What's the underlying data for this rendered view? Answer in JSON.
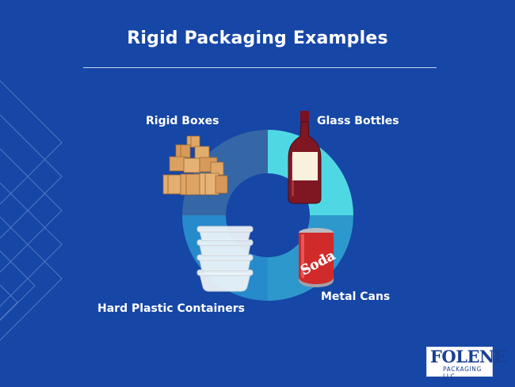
{
  "title": "Rigid Packaging Examples",
  "colors": {
    "background": "#1646a6",
    "segment_glass": "#4fd8e4",
    "segment_metal": "#2d98cc",
    "segment_plastic": "#268acb",
    "segment_boxes": "#3566a6"
  },
  "segments": [
    {
      "label": "Glass Bottles",
      "icon": "wine-bottle-icon"
    },
    {
      "label": "Metal Cans",
      "icon": "soda-can-icon"
    },
    {
      "label": "Hard Plastic Containers",
      "icon": "plastic-containers-icon"
    },
    {
      "label": "Rigid Boxes",
      "icon": "cardboard-boxes-icon"
    }
  ],
  "can_text": "Soda",
  "logo": {
    "main": "FOLENE",
    "sub": "PACKAGING LLC."
  }
}
